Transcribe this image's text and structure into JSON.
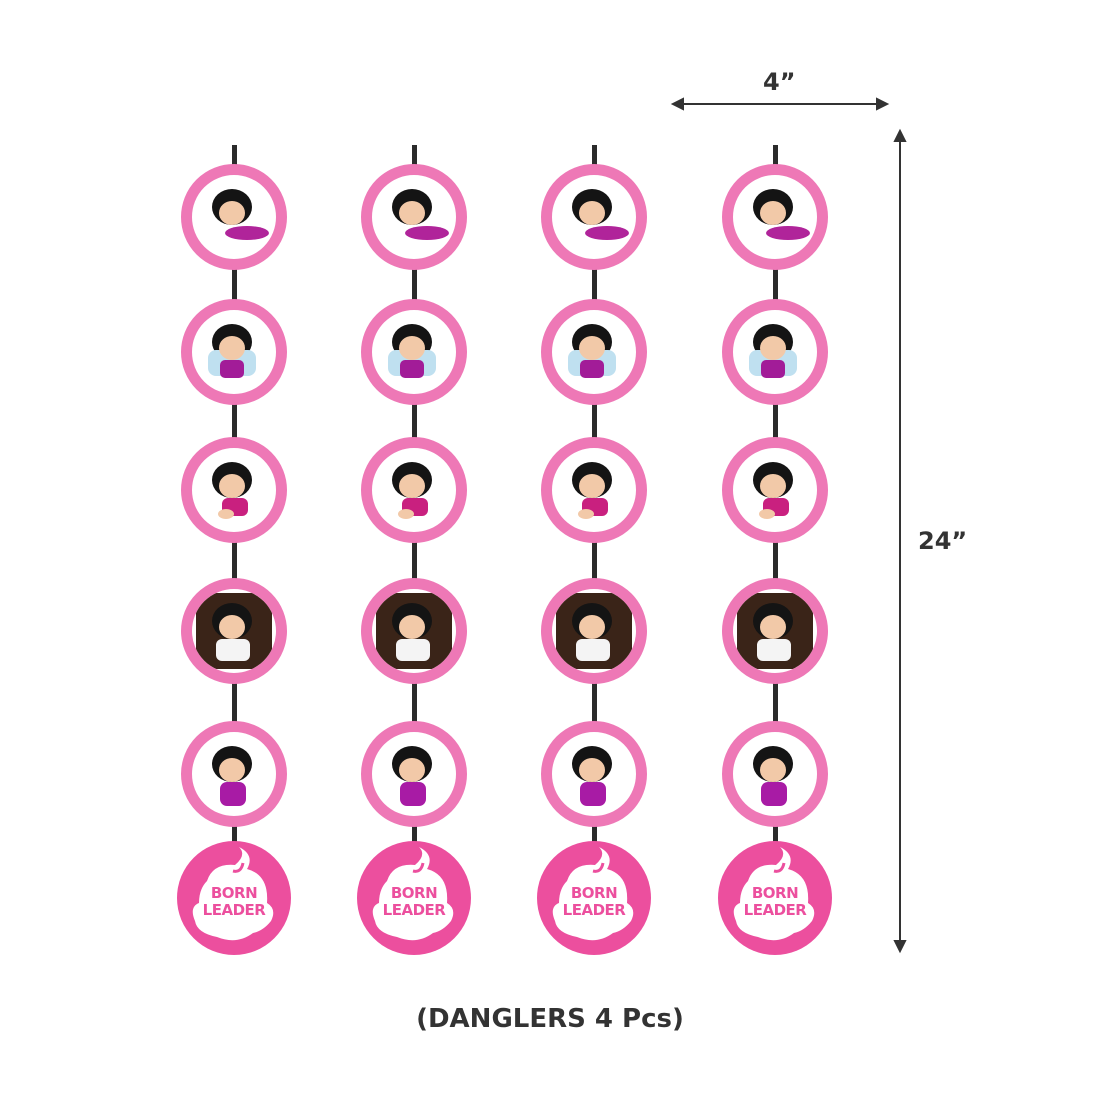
{
  "product": {
    "caption": "(DANGLERS 4 Pcs)",
    "width_label": "4”",
    "height_label": "24”",
    "colors": {
      "ring": "#ee78b6",
      "badge": "#ec4f9e",
      "string": "#2b2b2b",
      "dimension": "#333333"
    },
    "danglers": [
      {
        "id": 1
      },
      {
        "id": 2
      },
      {
        "id": 3
      },
      {
        "id": 4
      }
    ],
    "disc_poses": [
      "lying",
      "high-chair",
      "phone",
      "armchair",
      "sitting"
    ],
    "bottom_badge": {
      "line1": "BORN",
      "line2": "LEADER"
    }
  }
}
